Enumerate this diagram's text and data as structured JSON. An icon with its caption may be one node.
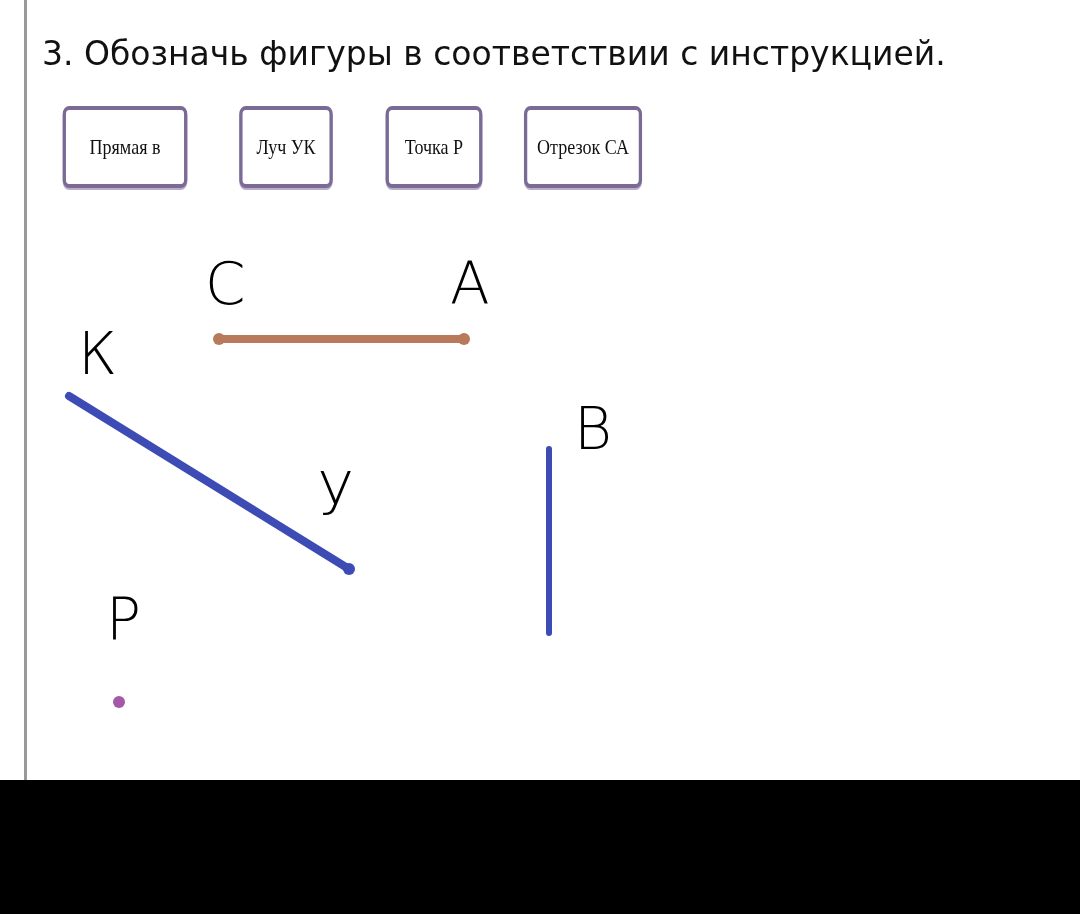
{
  "diagram": {
    "title": "3. Обозначь фигуры в соответствии с инструкцией.",
    "nodes": [
      {
        "text": [
          "Прямая в"
        ]
      },
      {
        "text": [
          "Луч УК"
        ]
      },
      {
        "text": [
          "Точка Р"
        ]
      },
      {
        "text": [
          "Отрезок СА"
        ]
      }
    ],
    "labels": [
      "С",
      "А",
      "К",
      "В",
      "У",
      "Р"
    ]
  }
}
